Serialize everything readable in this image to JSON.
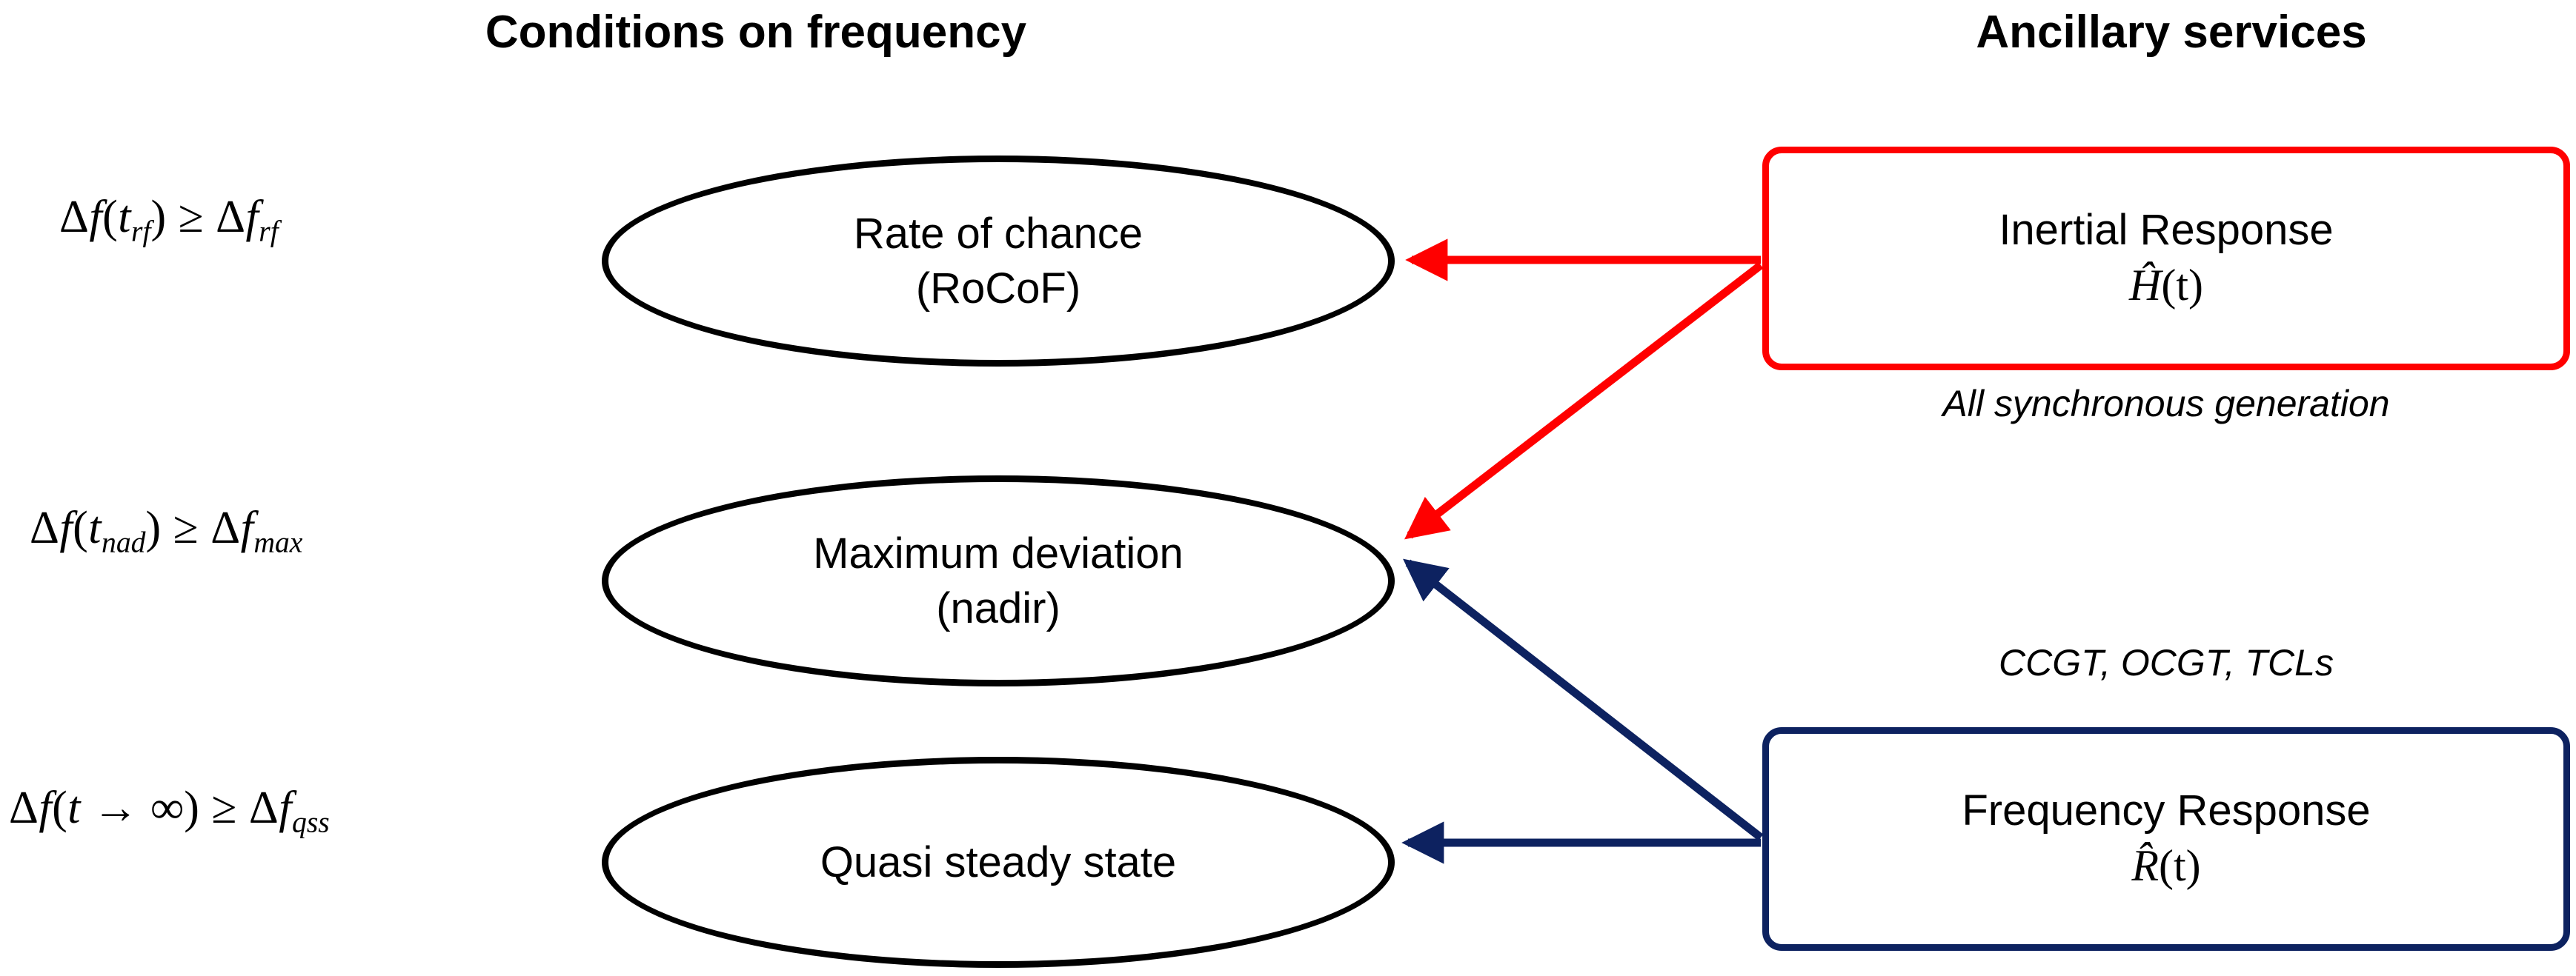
{
  "headers": {
    "left": "Conditions on frequency",
    "right": "Ancillary services"
  },
  "conditions": [
    {
      "id": "rocof",
      "math_lhs": "Δf",
      "math_arg": "t",
      "math_arg_sub": "rf",
      "math_rel": "≥",
      "math_rhs": "Δf",
      "math_rhs_sub": "rf",
      "math_full": "Δf(t_rf) ≥ Δf_rf",
      "ellipse_line1": "Rate of chance",
      "ellipse_line2": "(RoCoF)"
    },
    {
      "id": "nadir",
      "math_lhs": "Δf",
      "math_arg": "t",
      "math_arg_sub": "nad",
      "math_rel": "≥",
      "math_rhs": "Δf",
      "math_rhs_sub": "max",
      "math_full": "Δf(t_nad) ≥ Δf_max",
      "ellipse_line1": "Maximum deviation",
      "ellipse_line2": "(nadir)"
    },
    {
      "id": "qss",
      "math_lhs": "Δf",
      "math_arg": "t → ∞",
      "math_arg_sub": "",
      "math_rel": "≥",
      "math_rhs": "Δf",
      "math_rhs_sub": "qss",
      "math_full": "Δf(t → ∞) ≥ Δf_qss",
      "ellipse_line1": "Quasi steady state",
      "ellipse_line2": ""
    }
  ],
  "services": [
    {
      "id": "inertial",
      "title": "Inertial Response",
      "symbol_hat": "Ĥ",
      "symbol_arg": "(t)",
      "caption": "All synchronous generation",
      "color": "#FF0000"
    },
    {
      "id": "frequency",
      "title": "Frequency Response",
      "symbol_hat": "R̂",
      "symbol_arg": "(t)",
      "caption": "CCGT, OCGT, TCLs",
      "color": "#0D2260"
    }
  ],
  "colors": {
    "inertial_red": "#FF0000",
    "frequency_navy": "#0D2260",
    "outline_black": "#000000",
    "background": "#FFFFFF"
  },
  "connections": [
    {
      "from": "inertial",
      "to": "rocof",
      "color": "#FF0000",
      "style": "horizontal"
    },
    {
      "from": "inertial",
      "to": "nadir",
      "color": "#FF0000",
      "style": "diagonal"
    },
    {
      "from": "frequency",
      "to": "nadir",
      "color": "#0D2260",
      "style": "diagonal"
    },
    {
      "from": "frequency",
      "to": "qss",
      "color": "#0D2260",
      "style": "horizontal"
    }
  ]
}
